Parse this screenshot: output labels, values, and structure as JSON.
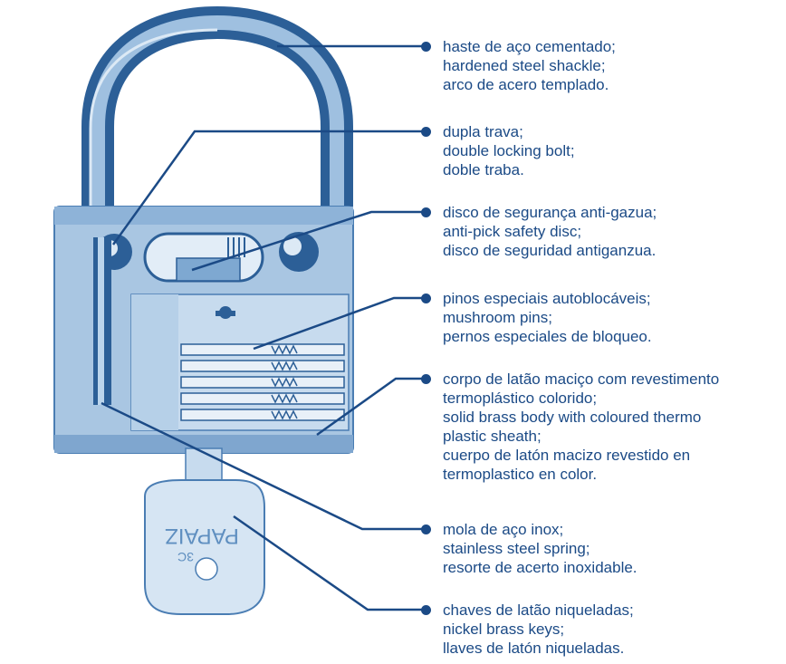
{
  "colors": {
    "ink": "#1b4a86",
    "body": "#a9c6e2",
    "shadow": "#5f8fc0",
    "light": "#dce9f5"
  },
  "key": {
    "brand_text": "PAPAIZ",
    "number_text": "3C"
  },
  "callouts": [
    {
      "id": "shackle",
      "lines": [
        "haste de aço cementado;",
        "hardened steel shackle;",
        "arco de acero templado."
      ]
    },
    {
      "id": "double-bolt",
      "lines": [
        "dupla trava;",
        "double locking bolt;",
        "doble traba."
      ]
    },
    {
      "id": "safety-disc",
      "lines": [
        "disco de segurança anti-gazua;",
        "anti-pick safety disc;",
        "disco de seguridad antiganzua."
      ]
    },
    {
      "id": "mushroom-pins",
      "lines": [
        "pinos especiais autoblocáveis;",
        "mushroom pins;",
        "pernos especiales de bloqueo."
      ]
    },
    {
      "id": "brass-body",
      "lines": [
        "corpo de latão maciço com revestimento",
        "termoplástico colorido;",
        "solid brass body with coloured thermo",
        "plastic sheath;",
        "cuerpo de latón macizo revestido en",
        "termoplastico en color."
      ]
    },
    {
      "id": "spring",
      "lines": [
        "mola de aço inox;",
        "stainless steel spring;",
        "resorte de acerto inoxidable."
      ]
    },
    {
      "id": "keys",
      "lines": [
        "chaves de latão niqueladas;",
        "nickel brass keys;",
        "llaves de latón niqueladas."
      ]
    }
  ]
}
